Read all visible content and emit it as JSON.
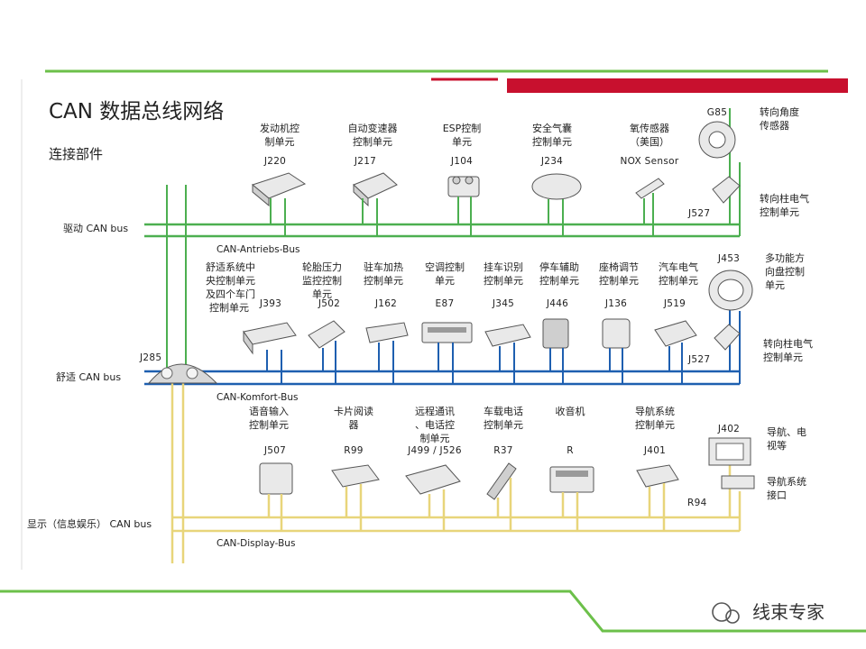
{
  "title": "CAN 数据总线网络",
  "subtitle": "连接部件",
  "watermark": "线束专家",
  "buses": {
    "drive": {
      "label": "驱动 CAN bus",
      "name": "CAN-Antriebs-Bus"
    },
    "comfort": {
      "label": "舒适 CAN bus",
      "name": "CAN-Komfort-Bus"
    },
    "display": {
      "label": "显示（信息娱乐） CAN bus",
      "name": "CAN-Display-Bus"
    }
  },
  "gateway_code": "J285",
  "row1": [
    {
      "lines": [
        "发动机控",
        "制单元"
      ],
      "code": "J220"
    },
    {
      "lines": [
        "自动变速器",
        "控制单元"
      ],
      "code": "J217"
    },
    {
      "lines": [
        "ESP控制",
        "单元"
      ],
      "code": "J104"
    },
    {
      "lines": [
        "安全气囊",
        "控制单元"
      ],
      "code": "J234"
    },
    {
      "lines": [
        "氧传感器",
        "（美国）"
      ],
      "code": "NOX Sensor"
    }
  ],
  "row2": [
    {
      "lines": [
        "舒适系统中",
        "央控制单元",
        "及四个车门",
        "控制单元"
      ],
      "code": "J393"
    },
    {
      "lines": [
        "轮胎压力",
        "监控控制",
        "单元"
      ],
      "code": "J502"
    },
    {
      "lines": [
        "驻车加热",
        "控制单元"
      ],
      "code": "J162"
    },
    {
      "lines": [
        "空调控制",
        "单元"
      ],
      "code": "E87"
    },
    {
      "lines": [
        "挂车识别",
        "控制单元"
      ],
      "code": "J345"
    },
    {
      "lines": [
        "停车辅助",
        "控制单元"
      ],
      "code": "J446"
    },
    {
      "lines": [
        "座椅调节",
        "控制单元"
      ],
      "code": "J136"
    },
    {
      "lines": [
        "汽车电气",
        "控制单元"
      ],
      "code": "J519"
    }
  ],
  "row3": [
    {
      "lines": [
        "语音输入",
        "控制单元"
      ],
      "code": "J507"
    },
    {
      "lines": [
        "卡片阅读",
        "器"
      ],
      "code": "R99"
    },
    {
      "lines": [
        "远程通讯",
        "、电话控",
        "制单元"
      ],
      "code": "J499 / J526"
    },
    {
      "lines": [
        "车载电话",
        "控制单元"
      ],
      "code": "R37"
    },
    {
      "lines": [
        "收音机"
      ],
      "code": "R"
    },
    {
      "lines": [
        "导航系统",
        "控制单元"
      ],
      "code": "J401"
    }
  ],
  "right": {
    "g85": {
      "code": "G85",
      "lines": [
        "转向角度",
        "传感器"
      ]
    },
    "j527a": {
      "code": "J527",
      "lines": [
        "转向柱电气",
        "控制单元"
      ]
    },
    "j453": {
      "code": "J453",
      "lines": [
        "多功能方",
        "向盘控制",
        "单元"
      ]
    },
    "j527b": {
      "code": "J527",
      "lines": [
        "转向柱电气",
        "控制单元"
      ]
    },
    "j402": {
      "code": "J402",
      "lines": [
        "导航、电",
        "视等"
      ]
    },
    "r94": {
      "code": "R94",
      "lines": [
        "导航系统",
        "接口"
      ]
    }
  },
  "colors": {
    "green": "#4caf50",
    "blue": "#1e5fb0",
    "yellow": "#e8d57a",
    "red": "#c8102e",
    "rule": "#6cc04a"
  }
}
